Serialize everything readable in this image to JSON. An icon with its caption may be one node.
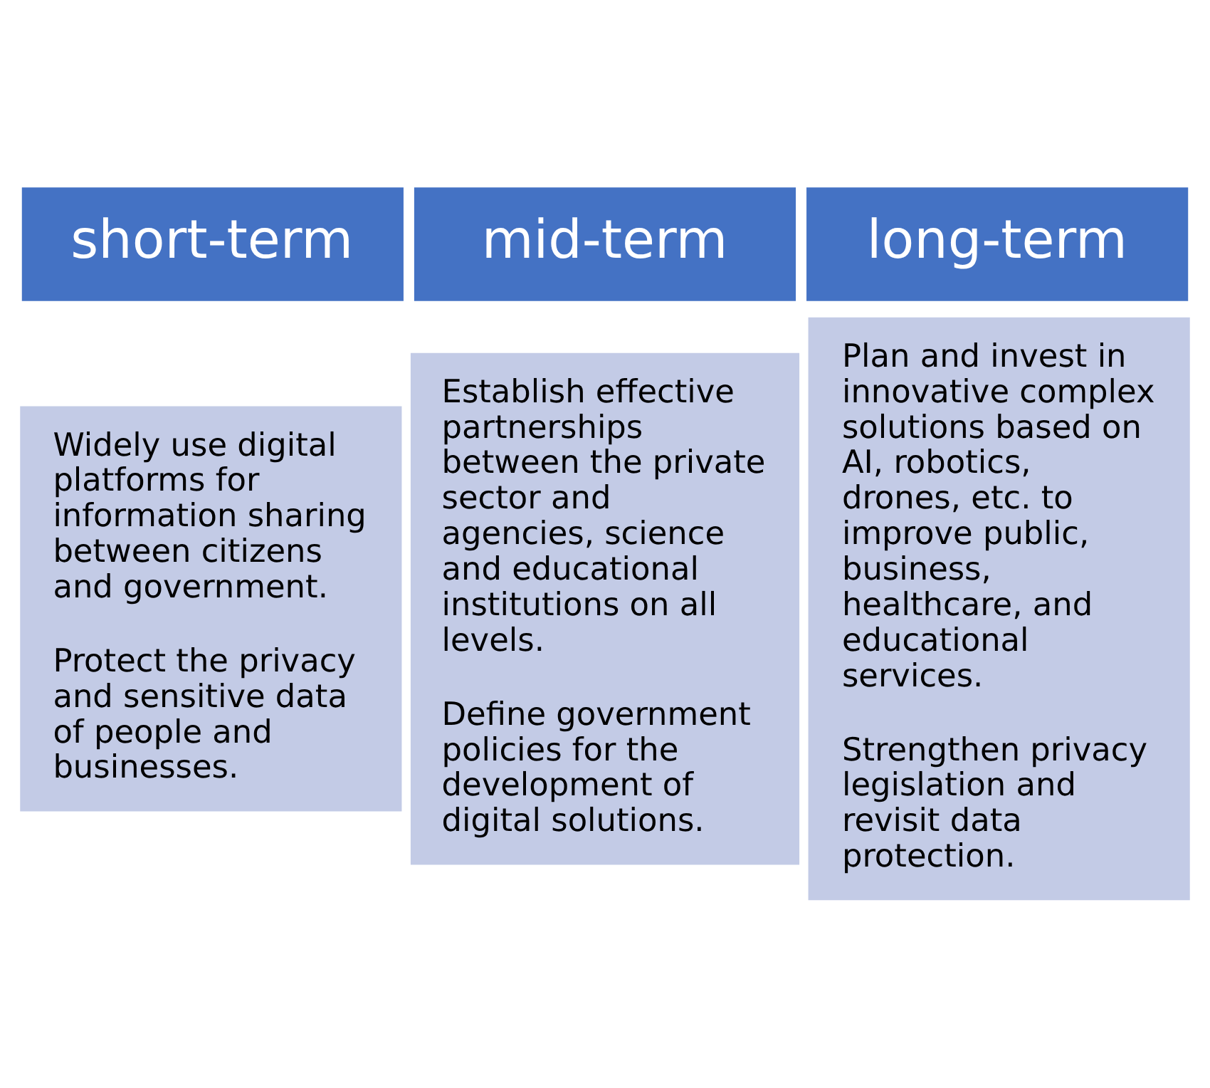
{
  "diagram": {
    "nodes": [
      {
        "text": [
          "short-term"
        ]
      },
      {
        "text": [
          "Widely use digital platforms for information sharing between citizens and government.",
          "Protect the privacy and sensitive data of people and businesses."
        ]
      },
      {
        "text": [
          "mid-term"
        ]
      },
      {
        "text": [
          "Establish effective partnerships between the private sector and agencies, science and educational institutions on all levels.",
          "Define government policies for the development of digital solutions."
        ]
      },
      {
        "text": [
          "long-term"
        ]
      },
      {
        "text": [
          "Plan and invest in innovative complex solutions based on AI, robotics, drones, etc. to improve public, business, healthcare, and educational services.",
          "Strengthen privacy legislation and revisit data protection."
        ]
      }
    ],
    "edges": []
  }
}
